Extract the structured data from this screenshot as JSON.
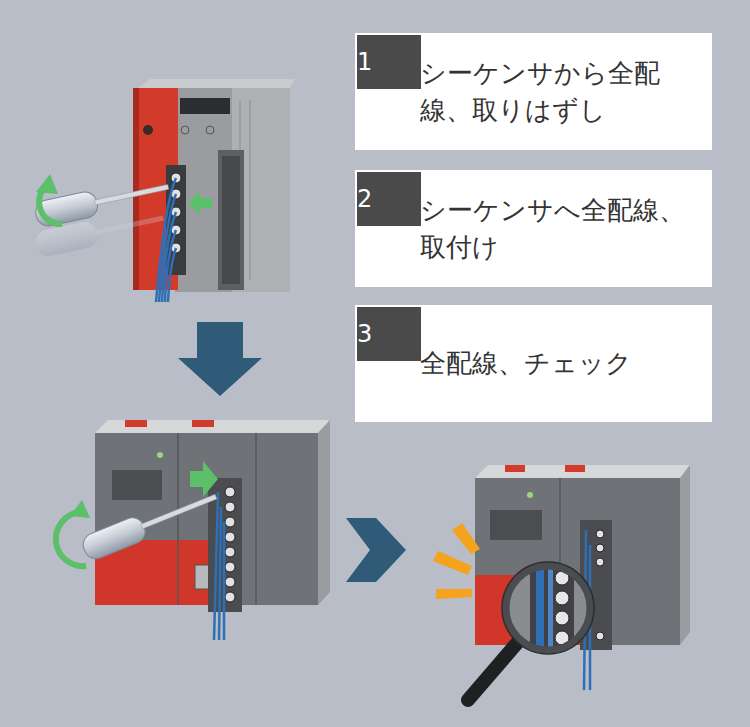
{
  "diagram": {
    "nodes": [
      {
        "text": [
          "シーケンサから全配線、取りはずし"
        ]
      },
      {
        "text": [
          "1"
        ],
        "in": 0
      },
      {
        "text": [
          "シーケンサへ全配線、取付け"
        ]
      },
      {
        "text": [
          "2"
        ],
        "in": 2
      },
      {
        "text": [
          "全配線、チェック"
        ]
      },
      {
        "text": [
          "3"
        ],
        "in": 4
      }
    ]
  }
}
